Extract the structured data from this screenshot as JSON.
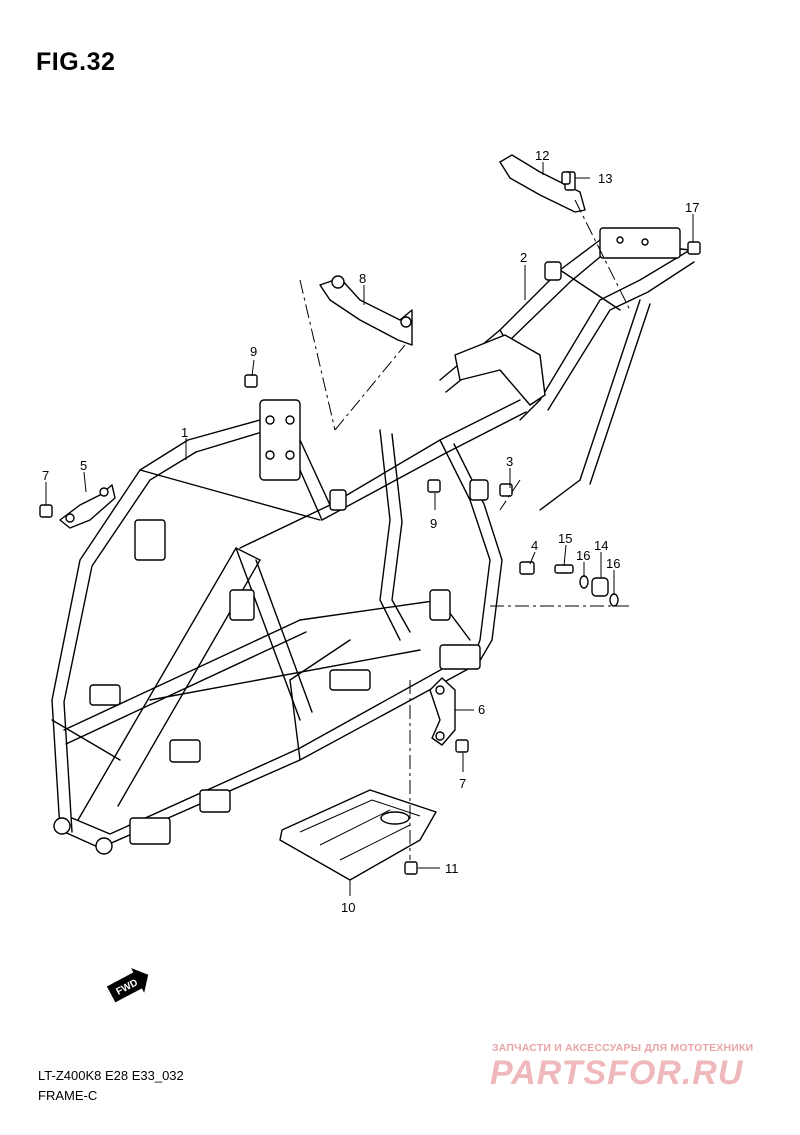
{
  "figure": {
    "title": "FIG.32"
  },
  "callouts": [
    {
      "id": "c1",
      "text": "1"
    },
    {
      "id": "c2",
      "text": "2"
    },
    {
      "id": "c3",
      "text": "3"
    },
    {
      "id": "c4",
      "text": "4"
    },
    {
      "id": "c5",
      "text": "5"
    },
    {
      "id": "c6",
      "text": "6"
    },
    {
      "id": "c7a",
      "text": "7"
    },
    {
      "id": "c7b",
      "text": "7"
    },
    {
      "id": "c8",
      "text": "8"
    },
    {
      "id": "c9a",
      "text": "9"
    },
    {
      "id": "c9b",
      "text": "9"
    },
    {
      "id": "c10",
      "text": "10"
    },
    {
      "id": "c11",
      "text": "11"
    },
    {
      "id": "c12",
      "text": "12"
    },
    {
      "id": "c13",
      "text": "13"
    },
    {
      "id": "c14",
      "text": "14"
    },
    {
      "id": "c15",
      "text": "15"
    },
    {
      "id": "c16a",
      "text": "16"
    },
    {
      "id": "c16b",
      "text": "16"
    },
    {
      "id": "c17",
      "text": "17"
    }
  ],
  "fwd_badge": "FWD",
  "footer": {
    "model_code": "LT-Z400K8 E28 E33_032",
    "section": "FRAME-C"
  },
  "watermark": {
    "tagline": "ЗАПЧАСТИ И АКСЕССУАРЫ ДЛЯ МОТОТЕХНИКИ",
    "logo": "PARTSFOR.RU"
  }
}
